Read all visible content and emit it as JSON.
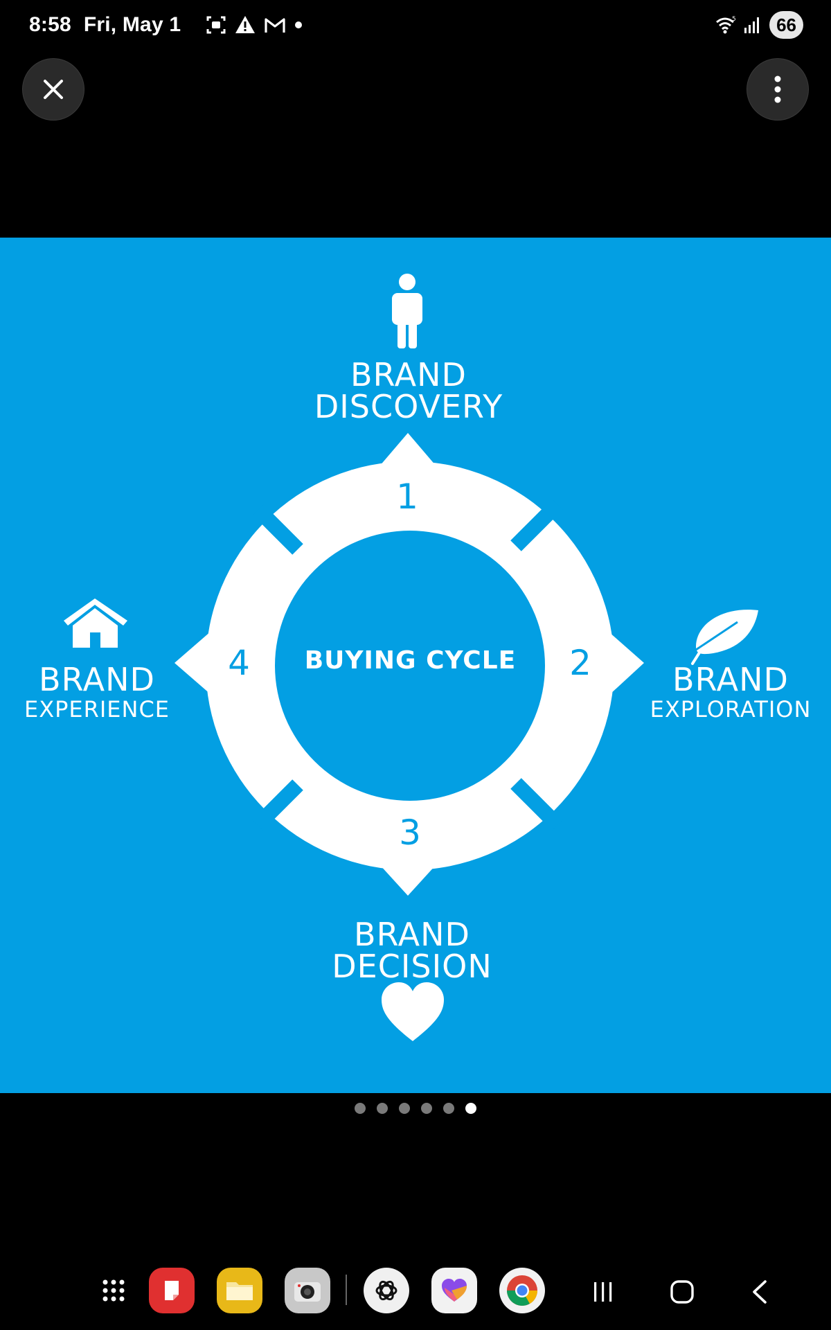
{
  "status_bar": {
    "time": "8:58",
    "date": "Fri, May 1",
    "battery": "66",
    "icons": [
      "screenshot-icon",
      "alert-icon",
      "gmail-icon",
      "dot-icon",
      "wifi-icon",
      "signal-icon"
    ]
  },
  "toolbar": {
    "close_icon": "close-icon",
    "more_icon": "more-vert-icon"
  },
  "diagram": {
    "center": "BUYING CYCLE",
    "stages": [
      {
        "number": "1",
        "line1": "BRAND",
        "line2": "DISCOVERY",
        "icon": "person-icon"
      },
      {
        "number": "2",
        "line1": "BRAND",
        "line2": "EXPLORATION",
        "icon": "leaf-icon"
      },
      {
        "number": "3",
        "line1": "BRAND",
        "line2": "DECISION",
        "icon": "heart-icon"
      },
      {
        "number": "4",
        "line1": "BRAND",
        "line2": "EXPERIENCE",
        "icon": "house-icon"
      }
    ],
    "background": "#039fe3"
  },
  "pager": {
    "count": 6,
    "active_index": 5
  },
  "dock": {
    "apps": [
      "app-drawer-icon",
      "notes-app-icon",
      "files-app-icon",
      "camera-app-icon",
      "chatgpt-app-icon",
      "health-app-icon",
      "chrome-app-icon"
    ],
    "nav": [
      "recents-icon",
      "home-icon",
      "back-icon"
    ]
  }
}
